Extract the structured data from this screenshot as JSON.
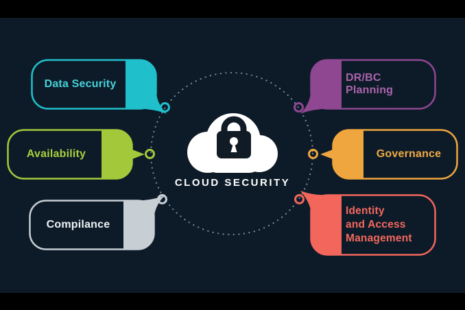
{
  "title": "CLOUD SECURITY",
  "colors": {
    "background": "#0d1b28",
    "bars": "#000000",
    "dotted_circle": "#7d8b97",
    "cloud": "#ffffff",
    "lock": "#101b26",
    "title_text": "#ffffff"
  },
  "bubbles": [
    {
      "label": "Data Security",
      "color": "#1fc0cb",
      "text_color": "#45d2da"
    },
    {
      "label": "Availability",
      "color": "#a3c93b",
      "text_color": "#a9cf3d"
    },
    {
      "label": "Compilance",
      "color": "#c7ced4",
      "text_color": "#eef2f4"
    },
    {
      "label": "DR/BC Planning",
      "color": "#8f4791",
      "text_color": "#aa63ab"
    },
    {
      "label": "Governance",
      "color": "#f0a63e",
      "text_color": "#f2ab43"
    },
    {
      "label": "Identity\nand Access\nManagement",
      "color": "#f2665c",
      "text_color": "#f4685e"
    }
  ]
}
